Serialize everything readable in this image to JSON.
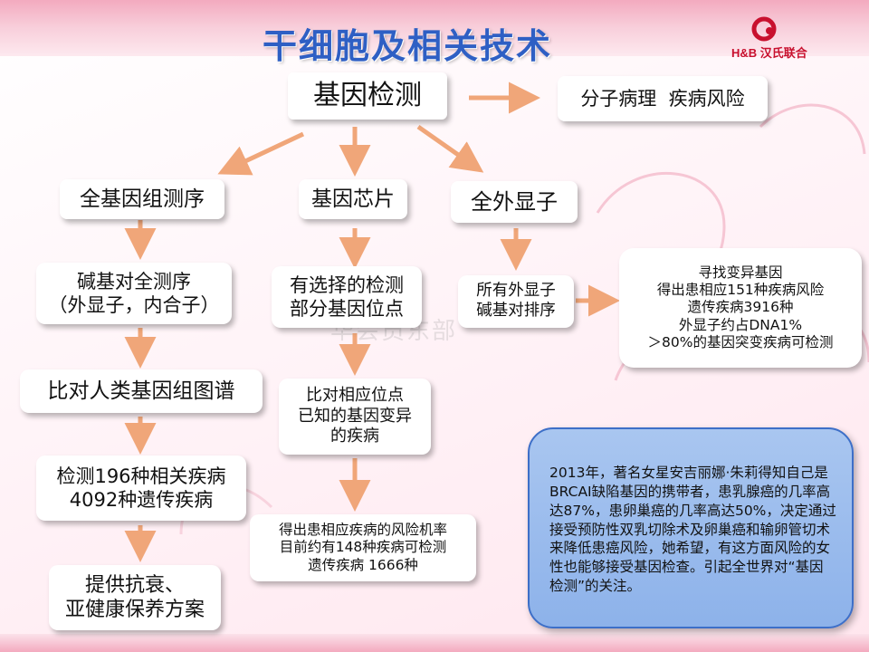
{
  "title": "干细胞及相关技术",
  "logo": {
    "text": "H&B 汉氏联合"
  },
  "watermark": "华会员东部",
  "nodes": {
    "root": "基因检测",
    "right": "分子病理  疾病风险",
    "col1": {
      "head": "全基因组测序",
      "step1": [
        "碱基对全测序",
        "（外显子，内合子）"
      ],
      "step2": "比对人类基因组图谱",
      "step3": [
        "检测196种相关疾病",
        "4092种遗传疾病"
      ],
      "step4": [
        "提供抗衰、",
        "亚健康保养方案"
      ]
    },
    "col2": {
      "head": "基因芯片",
      "step1": [
        "有选择的检测",
        "部分基因位点"
      ],
      "step2": [
        "比对相应位点",
        "已知的基因变异",
        "的疾病"
      ],
      "step3": [
        "得出患相应疾病的风险机率",
        "目前约有148种疾病可检测",
        "遗传疾病 1666种"
      ]
    },
    "col3": {
      "head": "全外显子",
      "step1": [
        "所有外显子",
        "碱基对排序"
      ],
      "result": [
        "寻找变异基因",
        "得出患相应151种疾病风险",
        "遗传疾病3916种",
        "外显子约占DNA1%",
        "＞80%的基因突变疾病可检测"
      ]
    }
  },
  "info_text": "2013年，著名女星安吉丽娜·朱莉得知自己是BRCAI缺陷基因的携带者，患乳腺癌的几率高达87%，患卵巢癌的几率高达50%，决定通过接受预防性双乳切除术及卵巢癌和输卵管切术来降低患癌风险，她希望，有这方面风险的女性也能够接受基因检查。引起全世界对“基因检测”的关注。",
  "colors": {
    "title": "#2e5fc4",
    "arrow": "#f0a679",
    "info_bg": "#9dbdee",
    "info_border": "#3d6fc8",
    "logo": "#c8102e"
  }
}
